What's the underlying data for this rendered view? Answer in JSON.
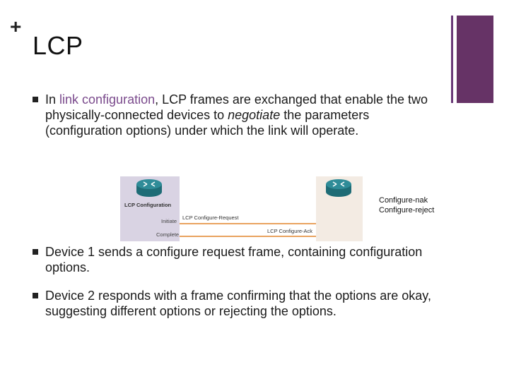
{
  "slide": {
    "plus": "+",
    "title": "LCP",
    "bullets": {
      "b1": {
        "pre": "In ",
        "link": "link configuration",
        "mid": ", LCP frames are exchanged that enable the two physically-connected devices to ",
        "em": "negotiate",
        "post": " the parameters (configuration options) under which the link will operate."
      },
      "b2": "Device 1 sends a configure request frame, containing configuration options.",
      "b3": "Device 2 responds with a frame confirming that the options are okay, suggesting different options or rejecting the options."
    }
  },
  "diagram": {
    "device_label": "LCP Configuration",
    "initiate": "Initiate",
    "complete": "Complete",
    "msg_request": "LCP Configure-Request",
    "msg_ack": "LCP Configure-Ack",
    "cfg_nak": "Configure-nak",
    "cfg_reject": "Configure-reject"
  },
  "colors": {
    "accent_bar": "#663366",
    "link_text": "#7a4a8c",
    "arrow": "#e9a35f"
  }
}
